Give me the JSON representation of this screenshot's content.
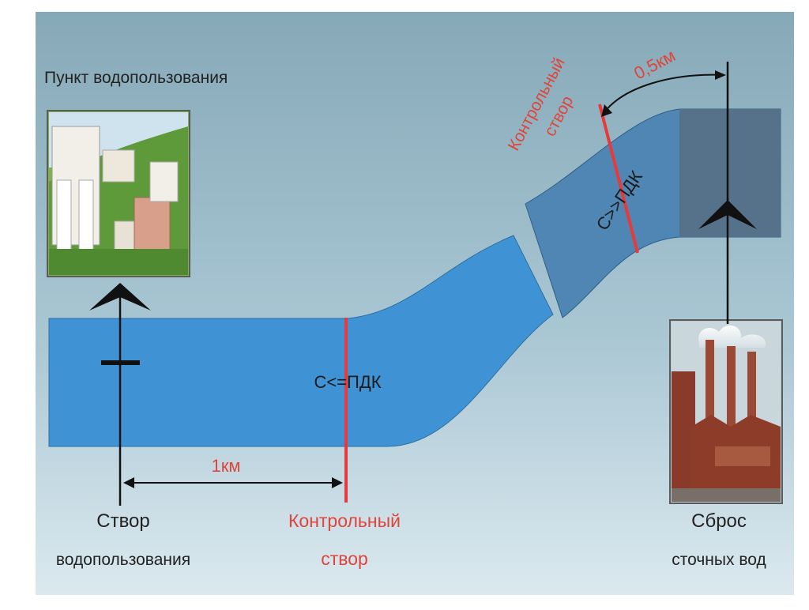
{
  "labels": {
    "point_of_use": "Пункт водопользования",
    "use_section_line1": "Створ",
    "use_section_line2": "водопользования",
    "control_section_line1": "Контрольный",
    "control_section_line2": "створ",
    "upper_control_line1": "Контрольный",
    "upper_control_line2": "створ",
    "discharge_line1": "Сброс",
    "discharge_line2": "сточных вод",
    "distance_1km": "1км",
    "distance_05km": "0,5км",
    "concentration_low": "C<=ПДК",
    "concentration_high": "C>>ПДК"
  },
  "colors": {
    "background": "#8fb3c2",
    "river": "#3f93d4",
    "river_polluted": "#4f86b4",
    "river_dark": "#55718a",
    "control_line": "#e83a3a",
    "control_text": "#e0443a",
    "text": "#222222"
  }
}
